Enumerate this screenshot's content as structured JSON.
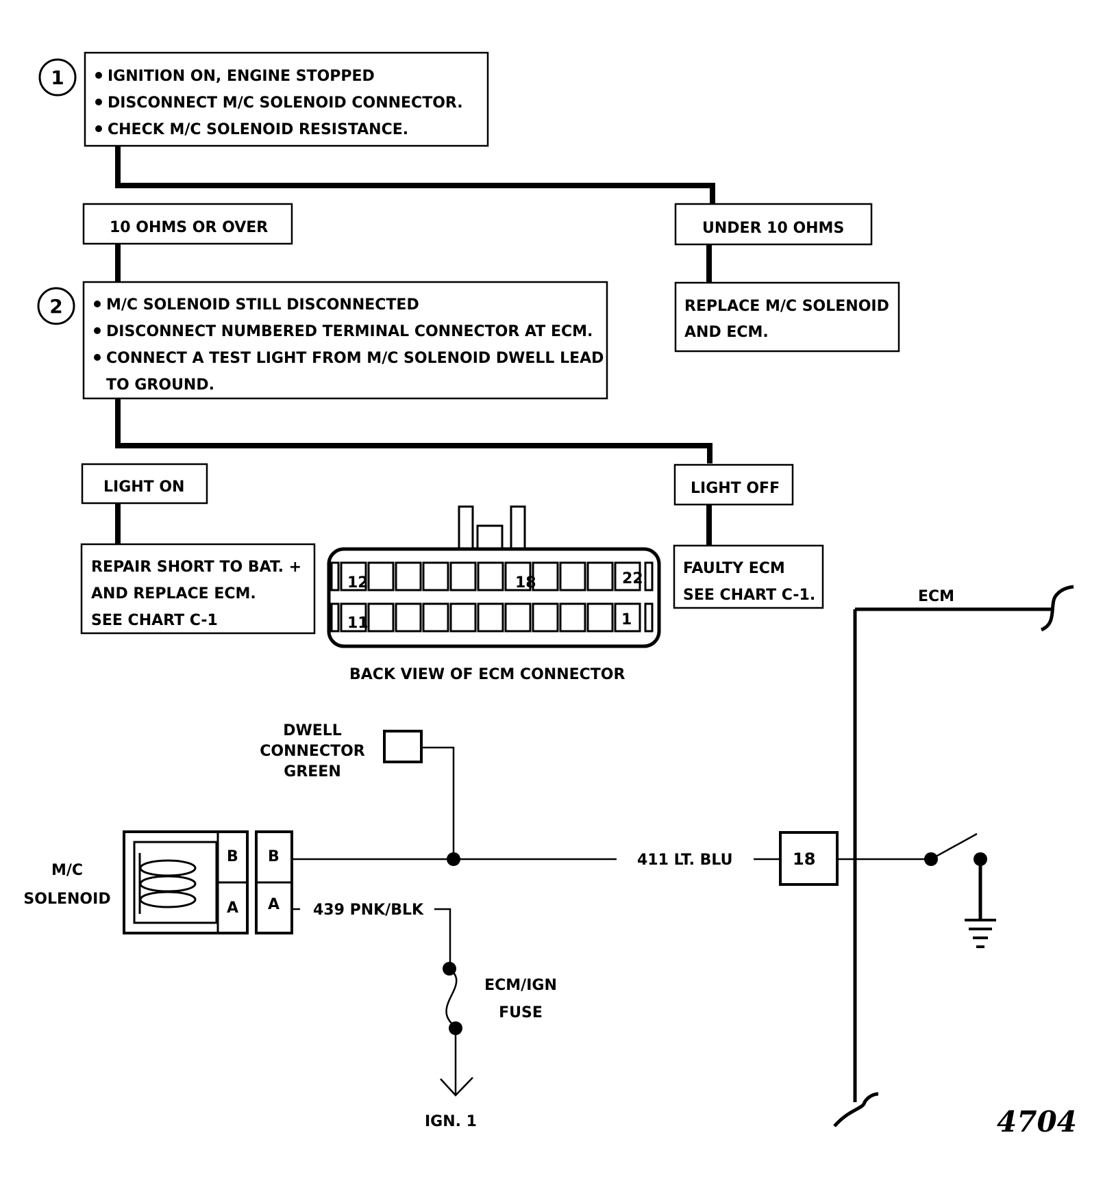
{
  "steps": {
    "step1": {
      "number": "1",
      "lines": [
        "IGNITION ON, ENGINE STOPPED",
        "DISCONNECT M/C SOLENOID CONNECTOR.",
        "CHECK M/C SOLENOID RESISTANCE."
      ]
    },
    "branch1": {
      "left": "10 OHMS OR OVER",
      "right": "UNDER 10 OHMS",
      "right_result": [
        "REPLACE M/C SOLENOID",
        "AND ECM."
      ]
    },
    "step2": {
      "number": "2",
      "lines": [
        "M/C SOLENOID STILL DISCONNECTED",
        "DISCONNECT NUMBERED TERMINAL CONNECTOR AT ECM.",
        "CONNECT A TEST LIGHT FROM M/C SOLENOID DWELL LEAD",
        "TO GROUND."
      ]
    },
    "branch2": {
      "left": "LIGHT ON",
      "left_result": [
        "REPAIR SHORT TO BAT. +",
        "AND REPLACE ECM.",
        "SEE CHART C-1"
      ],
      "right": "LIGHT OFF",
      "right_result": [
        "FAULTY ECM",
        "SEE CHART C-1."
      ]
    }
  },
  "connector": {
    "caption": "BACK VIEW OF ECM CONNECTOR",
    "top_labels": [
      "12",
      "18",
      "22"
    ],
    "bottom_labels": [
      "11",
      "1"
    ]
  },
  "circuit": {
    "solenoid_label": [
      "M/C",
      "SOLENOID"
    ],
    "pin_b": "B",
    "pin_a": "A",
    "dwell_label": [
      "DWELL",
      "CONNECTOR",
      "GREEN"
    ],
    "wire_blue": "411 LT. BLU",
    "wire_pink": "439 PNK/BLK",
    "fuse_label": [
      "ECM/IGN",
      "FUSE"
    ],
    "ign_label": "IGN. 1",
    "ecm_label": "ECM",
    "ecm_pin": "18"
  },
  "figure_number": "4704"
}
